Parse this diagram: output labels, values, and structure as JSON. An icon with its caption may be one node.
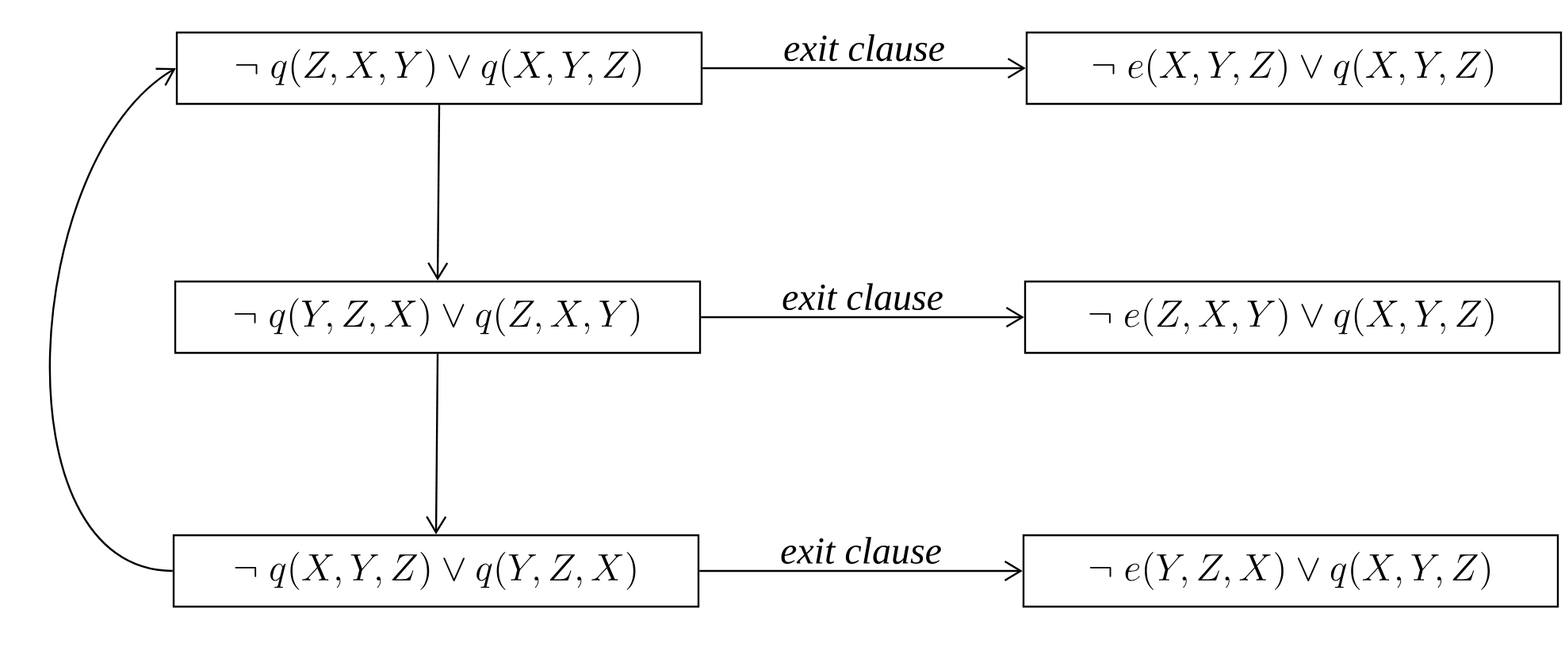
{
  "diagram": {
    "nodes": [
      {
        "text": [
          "\\neg\\; q(Z,X,Y) \\vee q(X,Y,Z)"
        ]
      },
      {
        "text": [
          "\\neg\\; e(X,Y,Z) \\vee q(X,Y,Z)"
        ]
      },
      {
        "text": [
          "\\neg\\; q(Y,Z,X) \\vee q(Z,X,Y)"
        ]
      },
      {
        "text": [
          "\\neg\\; e(Z,X,Y) \\vee q(X,Y,Z)"
        ]
      },
      {
        "text": [
          "\\neg\\; q(X,Y,Z) \\vee q(Y,Z,X)"
        ]
      },
      {
        "text": [
          "\\neg\\; e(Y,Z,X) \\vee q(X,Y,Z)"
        ]
      }
    ],
    "edges": [
      {
        "from": 0,
        "to": 1,
        "arrow": "to",
        "label": "exit clause"
      },
      {
        "from": 0,
        "to": 2,
        "arrow": "to"
      },
      {
        "from": 2,
        "to": 3,
        "arrow": "to",
        "label": "exit clause"
      },
      {
        "from": 2,
        "to": 4,
        "arrow": "to"
      },
      {
        "from": 4,
        "to": 5,
        "arrow": "to",
        "label": "exit clause"
      },
      {
        "from": 4,
        "to": 0,
        "arrow": "to"
      }
    ]
  }
}
